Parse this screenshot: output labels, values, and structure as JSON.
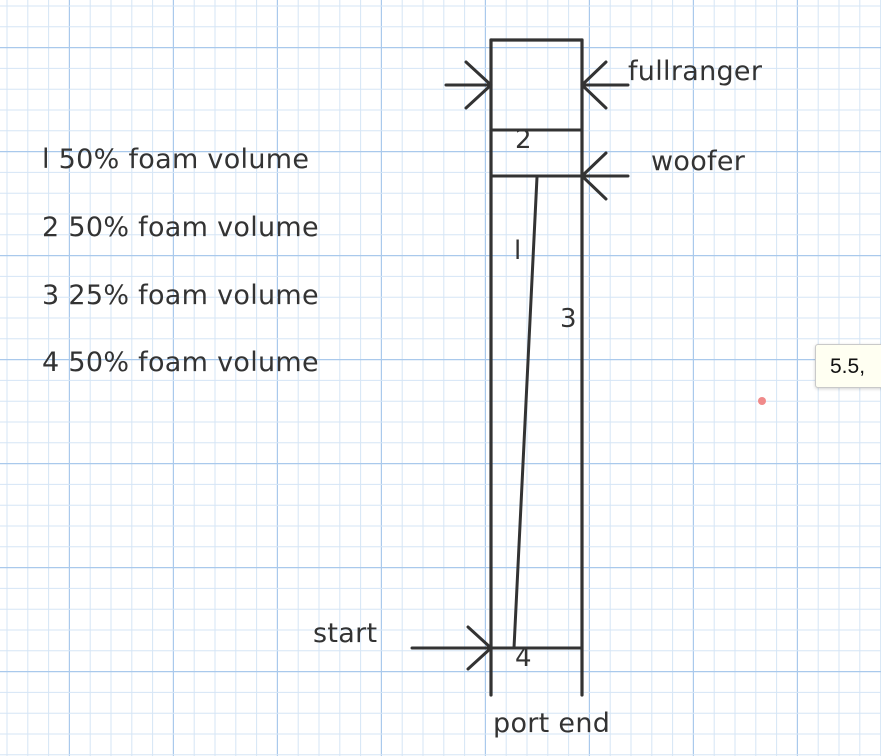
{
  "colors": {
    "grid_minor": "#d5e5f6",
    "grid_major": "#a9c9ec",
    "ink": "#333333",
    "cursor_dot": "#f08a8a"
  },
  "legend": [
    "l 50% foam volume",
    "2 50% foam volume",
    "3 25% foam volume",
    "4 50% foam volume"
  ],
  "labels": {
    "fullranger": "fullranger",
    "woofer": "woofer",
    "start": "start",
    "port_end": "port end"
  },
  "sections": {
    "s1": "l",
    "s2": "2",
    "s3": "3",
    "s4": "4"
  },
  "tooltip": {
    "text": "5.5,"
  }
}
